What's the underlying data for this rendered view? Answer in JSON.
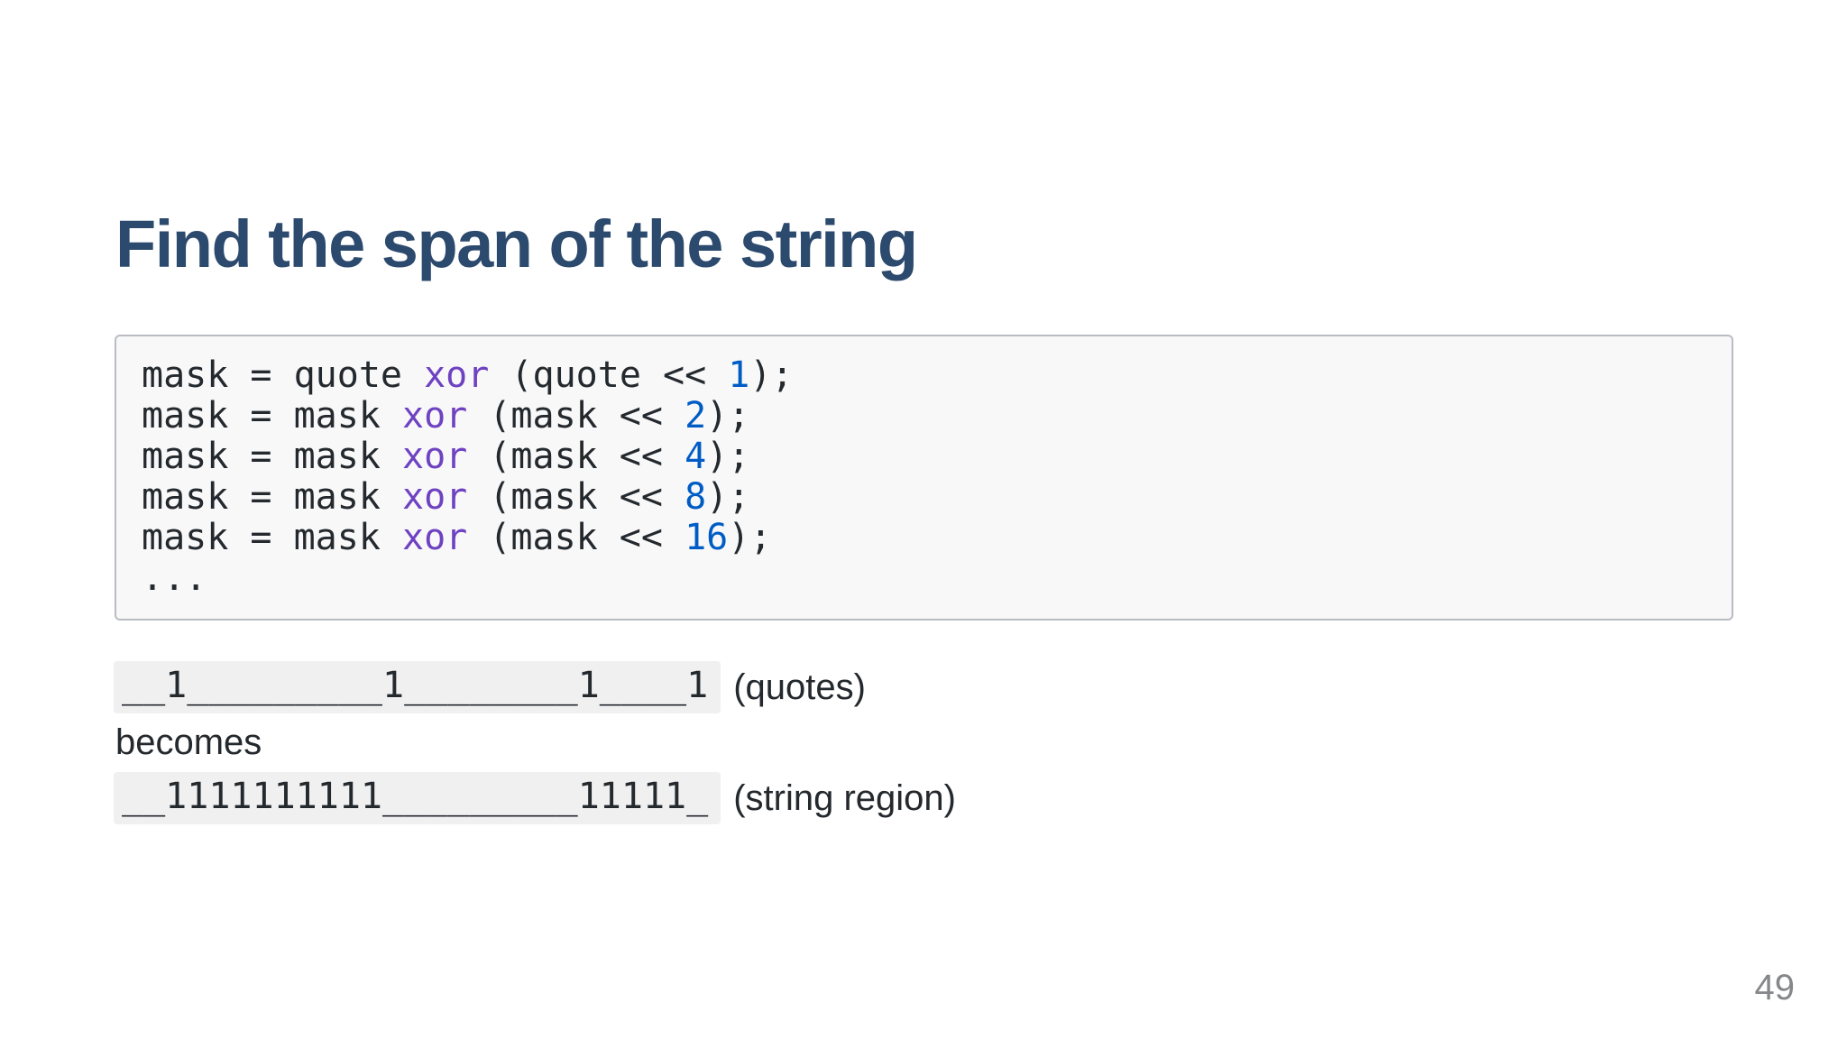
{
  "slide": {
    "title": "Find the span of the string",
    "page_number": "49"
  },
  "code": {
    "language": "syntax-highlighted pseudocode",
    "lines": [
      [
        [
          "mask = quote ",
          "plain"
        ],
        [
          "xor",
          "keyword"
        ],
        [
          " (quote << ",
          "plain"
        ],
        [
          "1",
          "number"
        ],
        [
          ");",
          "plain"
        ]
      ],
      [
        [
          "mask = mask ",
          "plain"
        ],
        [
          "xor",
          "keyword"
        ],
        [
          " (mask << ",
          "plain"
        ],
        [
          "2",
          "number"
        ],
        [
          ");",
          "plain"
        ]
      ],
      [
        [
          "mask = mask ",
          "plain"
        ],
        [
          "xor",
          "keyword"
        ],
        [
          " (mask << ",
          "plain"
        ],
        [
          "4",
          "number"
        ],
        [
          ");",
          "plain"
        ]
      ],
      [
        [
          "mask = mask ",
          "plain"
        ],
        [
          "xor",
          "keyword"
        ],
        [
          " (mask << ",
          "plain"
        ],
        [
          "8",
          "number"
        ],
        [
          ");",
          "plain"
        ]
      ],
      [
        [
          "mask = mask ",
          "plain"
        ],
        [
          "xor",
          "keyword"
        ],
        [
          " (mask << ",
          "plain"
        ],
        [
          "16",
          "number"
        ],
        [
          ");",
          "plain"
        ]
      ],
      [
        [
          "...",
          "plain"
        ]
      ]
    ]
  },
  "bitmaps": {
    "quotes_row": {
      "bits": "__1_________1________1____1",
      "label": "(quotes)"
    },
    "becomes_text": "becomes",
    "string_region_row": {
      "bits": "__1111111111_________11111_",
      "label": "(string region)"
    }
  },
  "colors": {
    "title": "#2c4a6e",
    "code_keyword": "#6f42c1",
    "code_number": "#005cc5",
    "code_text": "#24292e",
    "code_background": "#f8f8f9",
    "code_border": "#b9bcc2",
    "bits_highlight": "#f0f0f1",
    "page_number": "#85878a"
  }
}
